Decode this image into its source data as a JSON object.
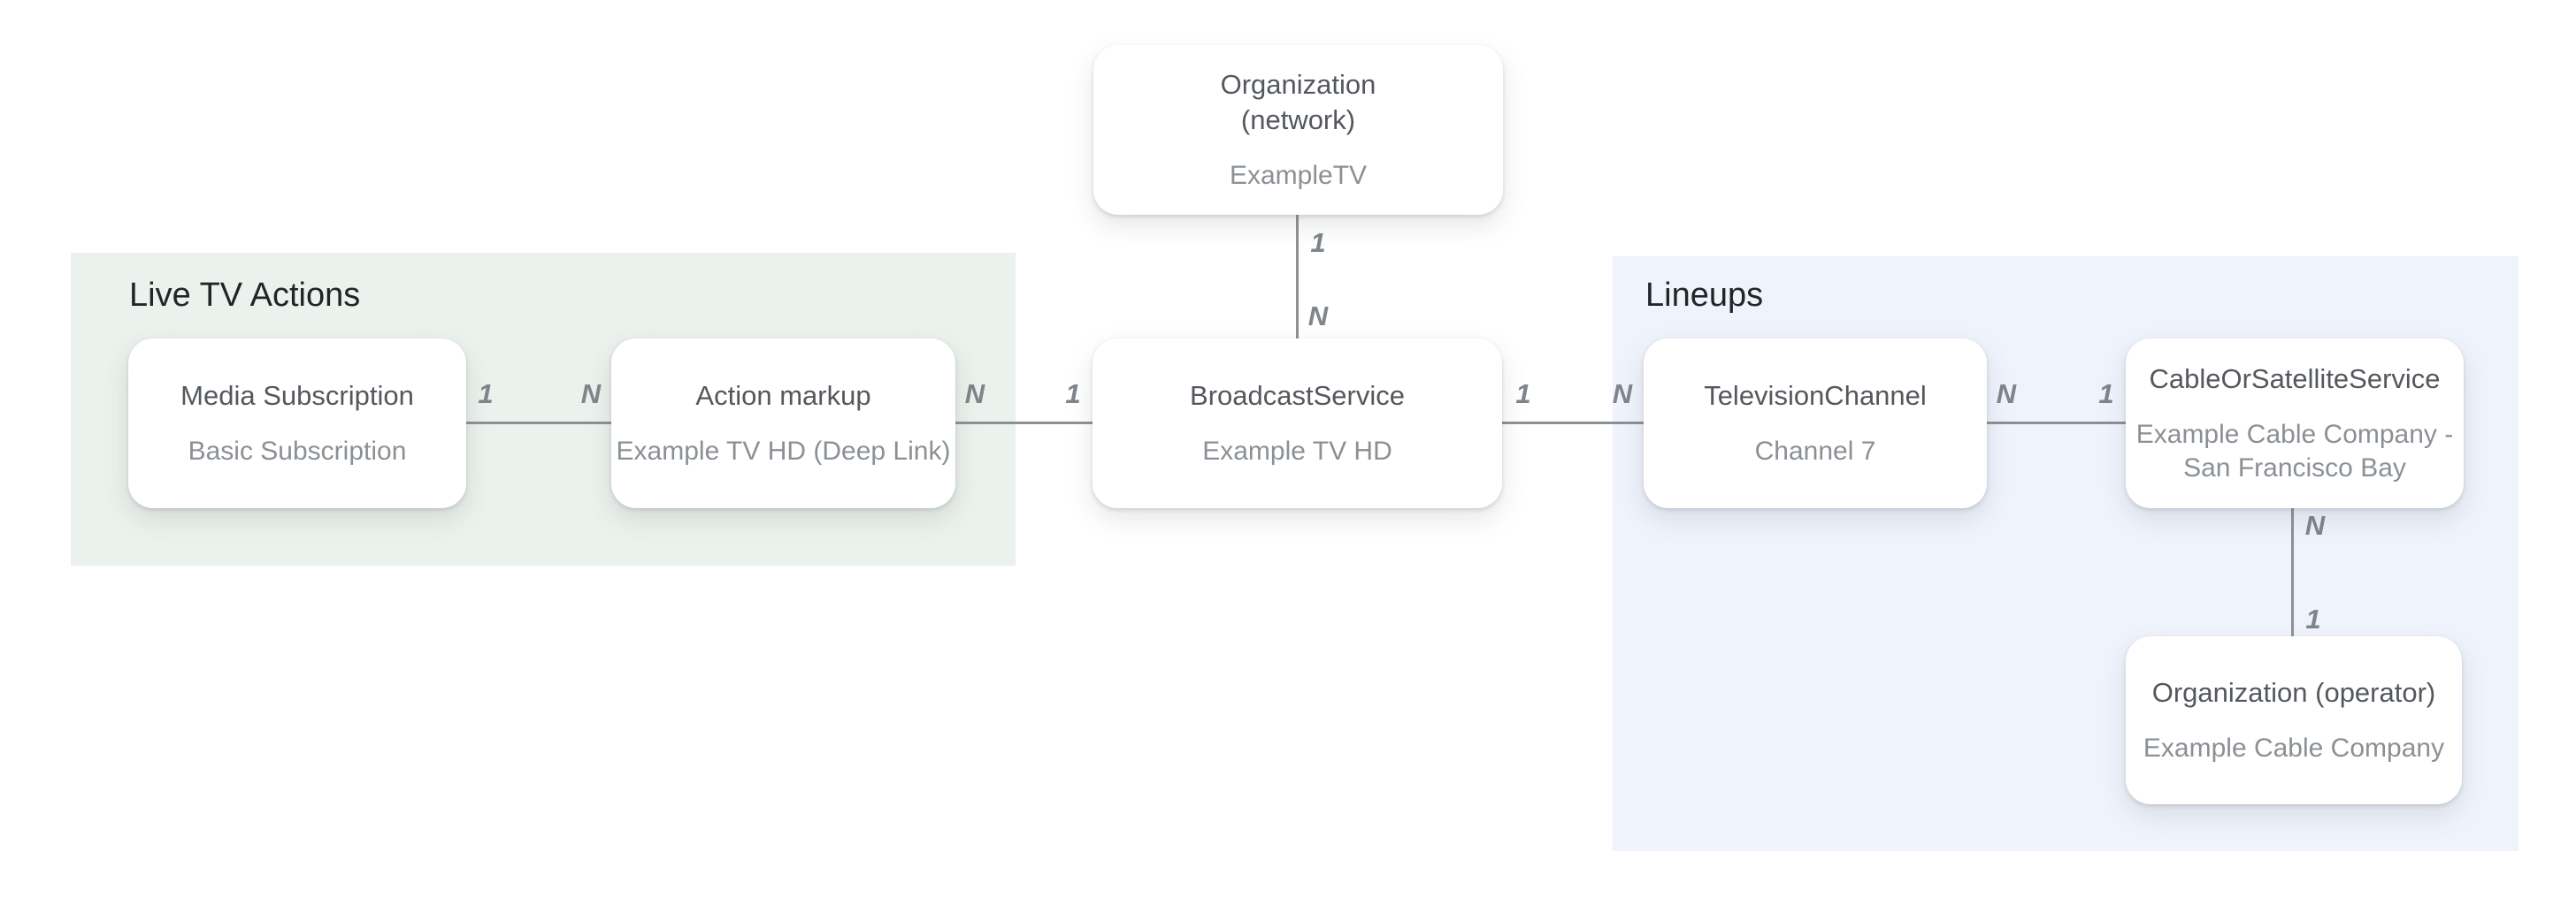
{
  "regions": {
    "live_tv_actions": {
      "label": "Live TV Actions",
      "bg_color": "#ebf1ec"
    },
    "lineups": {
      "label": "Lineups",
      "bg_color": "#eff3fc"
    }
  },
  "nodes": {
    "organization_network": {
      "type": "Organization (network)",
      "example": "ExampleTV"
    },
    "media_subscription": {
      "type": "Media Subscription",
      "example": "Basic Subscription"
    },
    "action_markup": {
      "type": "Action markup",
      "example": "Example TV HD (Deep Link)"
    },
    "broadcast_service": {
      "type": "BroadcastService",
      "example": "Example TV HD"
    },
    "television_channel": {
      "type": "TelevisionChannel",
      "example": "Channel 7"
    },
    "cable_or_satellite_service": {
      "type": "CableOrSatelliteService",
      "example": "Example Cable Company - San Francisco Bay"
    },
    "organization_operator": {
      "type": "Organization (operator)",
      "example": "Example Cable Company"
    }
  },
  "connectors": {
    "network_to_broadcast": {
      "top_label": "1",
      "bottom_label": "N"
    },
    "media_to_action": {
      "left_label": "1",
      "right_label": "N"
    },
    "action_to_broadcast": {
      "left_label": "N",
      "right_label": "1"
    },
    "broadcast_to_channel": {
      "left_label": "1",
      "right_label": "N"
    },
    "channel_to_cable": {
      "left_label": "N",
      "right_label": "1"
    },
    "cable_to_operator": {
      "top_label": "N",
      "bottom_label": "1"
    }
  },
  "colors": {
    "live_tv_region_bg": "#ebf1ec",
    "lineups_region_bg": "#eff3fc",
    "connector_line": "#8d9196",
    "node_title_text": "#54585d",
    "node_subtitle_text": "#8b9095",
    "region_header_text": "#222528",
    "cardinality_label_text": "#7f858b"
  }
}
